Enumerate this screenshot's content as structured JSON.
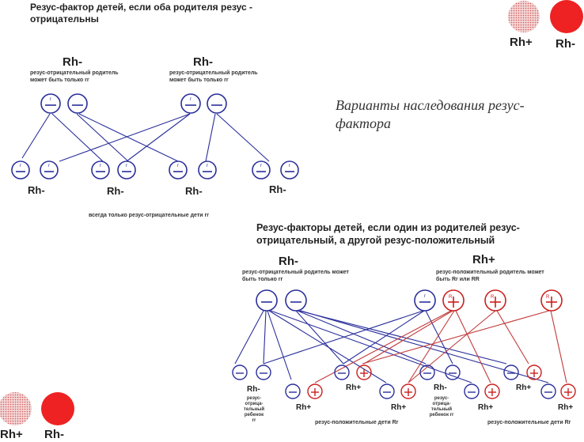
{
  "top": {
    "title": "Резус-фактор детей, если оба родителя резус - отрицательны",
    "parent_left_label": "Rh-",
    "parent_right_label": "Rh-",
    "parent_left_note": "резус-отрицательный родитель может быть только rr",
    "parent_right_note": "резус-отрицательный родитель может быть только rr",
    "child_labels": [
      "Rh-",
      "Rh-",
      "Rh-",
      "Rh-"
    ],
    "bottom_note": "всегда только резус-отрицательные дети rr"
  },
  "legend_top": {
    "rh_pos": "Rh+",
    "rh_neg": "Rh-"
  },
  "legend_bottom": {
    "rh_pos": "Rh+",
    "rh_neg": "Rh-"
  },
  "side_title": "Варианты наследования резус-фактора",
  "bottom": {
    "title": "Резус-факторы детей, если один из родителей резус-отрицательный, а другой резус-положительный",
    "parent_neg_label": "Rh-",
    "parent_pos_label": "Rh+",
    "parent_neg_note": "резус-отрицательный родитель может быть только rr",
    "parent_pos_note": "резус-положительный родитель может быть Rr или RR",
    "child_rh_labels": [
      "Rh-",
      "Rh+",
      "Rh+",
      "Rh-",
      "Rh+",
      "Rh+",
      "Rh+"
    ],
    "neg_child_note": "резус-отрица-тельный ребенок rr",
    "neg_child_note_2": "резус-отрица-тельный ребенок rr",
    "pos_children_note_1": "резус-положительные дети Rr",
    "pos_children_note_2": "резус-положительные дети Rr"
  },
  "colors": {
    "blue": "#2a2f9a",
    "red": "#cc1f1f",
    "pink": "#e8a1a1"
  }
}
